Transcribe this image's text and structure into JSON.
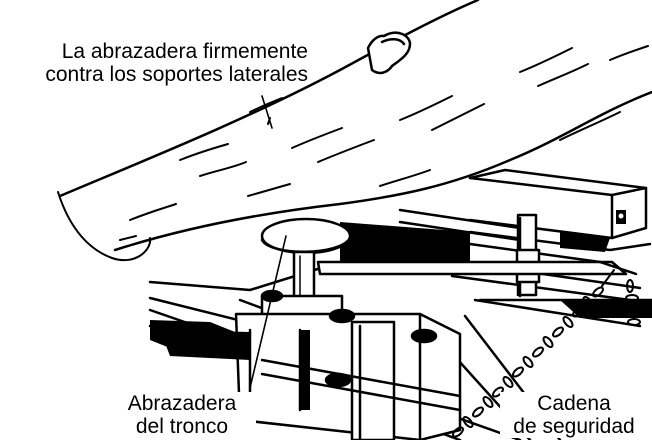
{
  "labels": {
    "top": {
      "line1": "La abrazadera firmemente",
      "line2": "contra los soportes laterales"
    },
    "clamp": {
      "line1": "Abrazadera",
      "line2": "del tronco"
    },
    "chain": {
      "line1": "Cadena",
      "line2": "de seguridad"
    }
  },
  "colors": {
    "ink": "#000000",
    "paper": "#ffffff"
  }
}
